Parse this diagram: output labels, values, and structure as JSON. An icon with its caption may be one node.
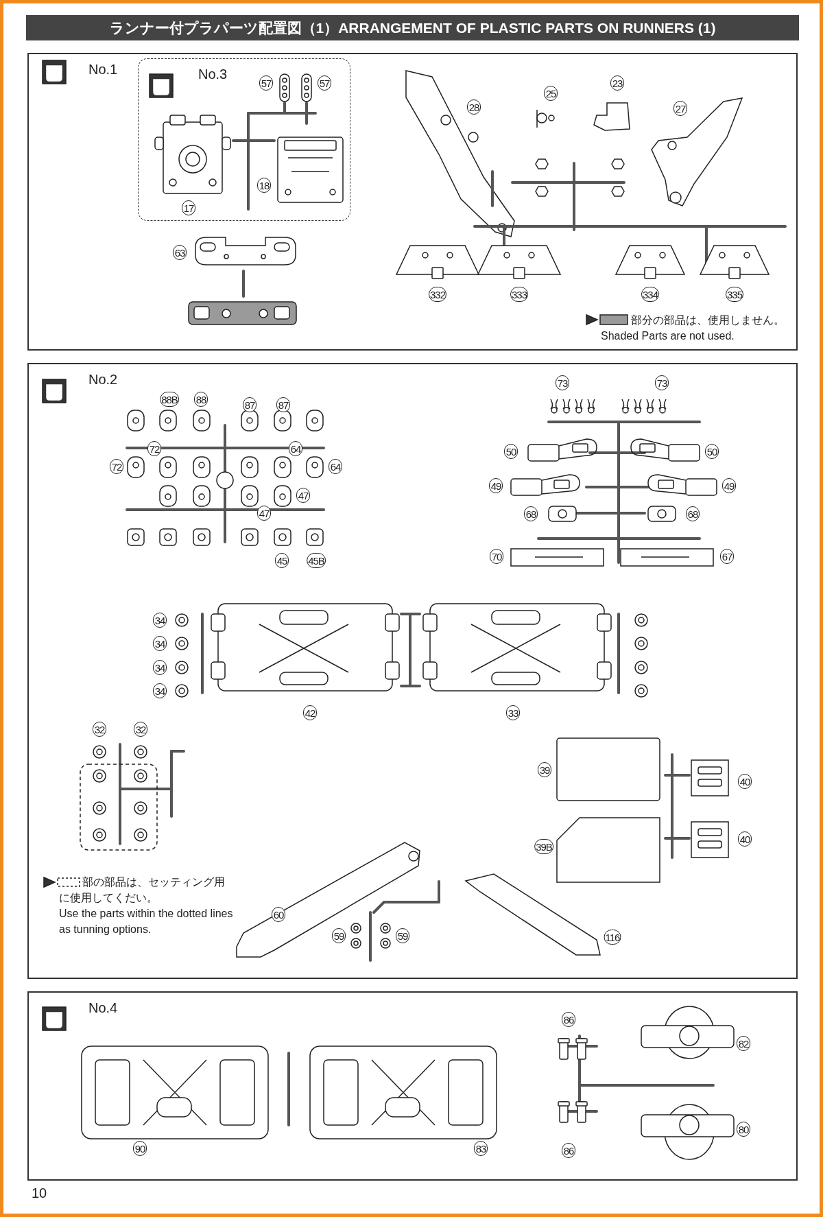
{
  "diagram": {
    "title": "ランナー付プラパーツ配置図（1）ARRANGEMENT OF PLASTIC PARTS ON RUNNERS (1)",
    "nodes": [
      {
        "text": [
          "No.1"
        ]
      },
      {
        "text": [
          "No.3"
        ],
        "in": 0
      },
      {
        "text": [
          "No.2"
        ]
      },
      {
        "text": [
          "No.4"
        ]
      }
    ],
    "labels": [
      "57",
      "57",
      "17",
      "18",
      "63",
      "28",
      "25",
      "23",
      "27",
      "332",
      "333",
      "334",
      "335",
      "部分の部品は、使用しません。",
      "Shaded Parts are not used.",
      "88B",
      "88",
      "87",
      "87",
      "73",
      "73",
      "72",
      "64",
      "72",
      "64",
      "50",
      "50",
      "49",
      "49",
      "47",
      "47",
      "68",
      "68",
      "70",
      "67",
      "45",
      "45B",
      "34",
      "34",
      "34",
      "34",
      "42",
      "33",
      "32",
      "32",
      "39",
      "40",
      "39B",
      "40",
      "部の部品は、セッティング用に使用してくだい。",
      "Use the parts within the dotted lines as tunning options.",
      "60",
      "59",
      "59",
      "116",
      "86",
      "82",
      "80",
      "90",
      "83",
      "86",
      "10"
    ]
  }
}
